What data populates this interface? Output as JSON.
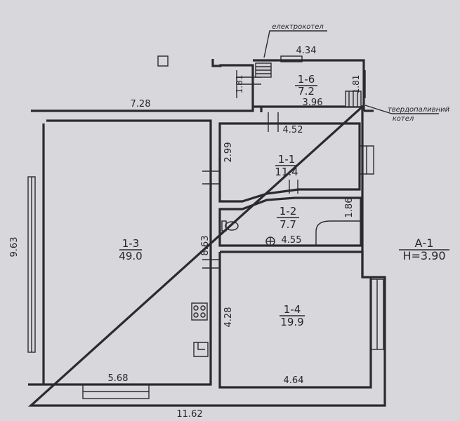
{
  "rooms": {
    "r13": {
      "id": "1-3",
      "area": "49.0"
    },
    "r11": {
      "id": "1-1",
      "area": "11.4"
    },
    "r12": {
      "id": "1-2",
      "area": "7.7"
    },
    "r14": {
      "id": "1-4",
      "area": "19.9"
    },
    "r16": {
      "id": "1-6",
      "area": "7.2"
    }
  },
  "dimensions": {
    "top_left": "7.28",
    "annex_top": "4.34",
    "annex_left": "1.81",
    "annex_right": "1.81",
    "annex_inner": "3.96",
    "r11_top": "4.52",
    "r11_height": "2.99",
    "r12_height": "1.86",
    "r12_width": "4.55",
    "left_wall": "9.63",
    "partition": "8.63",
    "r14_height": "4.28",
    "r13_bottom": "5.68",
    "r14_bottom": "4.64",
    "total_bottom": "11.62"
  },
  "callouts": {
    "electric_boiler": "електрокотел",
    "solid_fuel_boiler_1": "твердопаливний",
    "solid_fuel_boiler_2": "котел"
  },
  "stamp": {
    "code": "А-1",
    "height": "Н=3.90"
  }
}
